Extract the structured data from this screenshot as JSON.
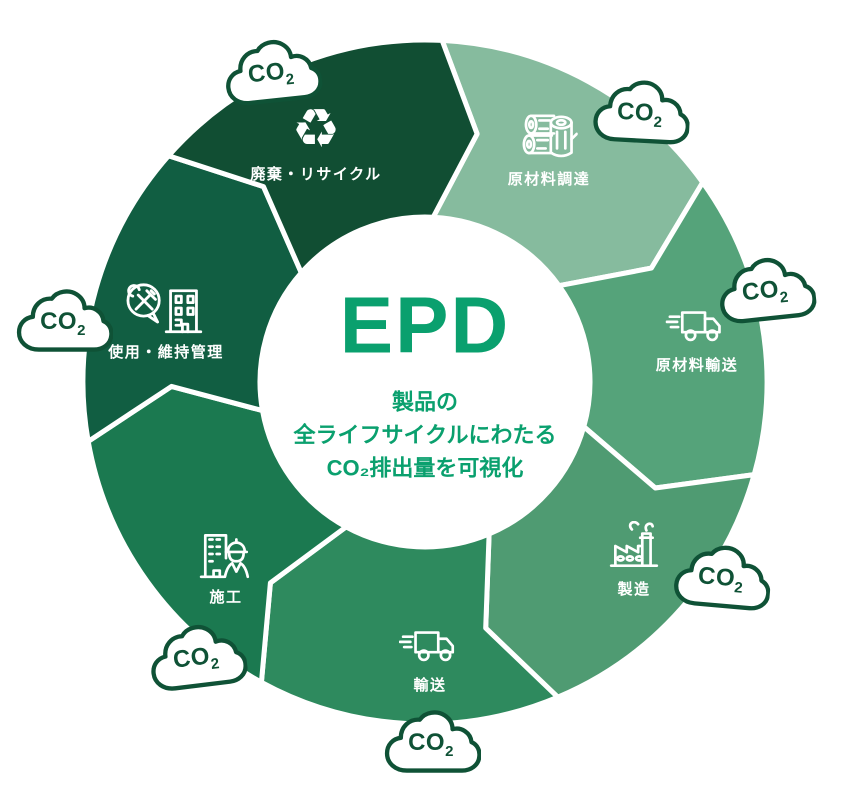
{
  "diagram_title": "EPD",
  "center": {
    "title": "EPD",
    "subtitle_lines": [
      "製品の",
      "全ライフサイクルにわたる",
      "CO₂排出量を可視化"
    ]
  },
  "wheel": {
    "flow_direction": "clockwise",
    "segments": [
      {
        "id": "raw-material-procurement",
        "label": "原材料調達",
        "color": "#86bb9e",
        "icon": "logs-icon"
      },
      {
        "id": "raw-material-transport",
        "label": "原材料輸送",
        "color": "#55a37a",
        "icon": "truck-icon"
      },
      {
        "id": "manufacturing",
        "label": "製造",
        "color": "#4f9b72",
        "icon": "factory-icon"
      },
      {
        "id": "transport",
        "label": "輸送",
        "color": "#2e8a5e",
        "icon": "truck-icon"
      },
      {
        "id": "construction",
        "label": "施工",
        "color": "#1b7950",
        "icon": "construction-worker-icon"
      },
      {
        "id": "use-maintenance",
        "label": "使用・維持管理",
        "color": "#115e42",
        "icon": "tools-building-icon"
      },
      {
        "id": "disposal-recycling",
        "label": "廃棄・リサイクル",
        "color": "#114e33",
        "icon": "recycle-icon"
      }
    ]
  },
  "clouds": [
    {
      "base": "CO",
      "sub": "2"
    },
    {
      "base": "CO",
      "sub": "2"
    },
    {
      "base": "CO",
      "sub": "2"
    },
    {
      "base": "CO",
      "sub": "2"
    },
    {
      "base": "CO",
      "sub": "2"
    },
    {
      "base": "CO",
      "sub": "2"
    },
    {
      "base": "CO",
      "sub": "2"
    }
  ],
  "colors": {
    "dark_green_outline": "#0f5236",
    "epd_green": "#0aa06e",
    "white": "#ffffff"
  }
}
